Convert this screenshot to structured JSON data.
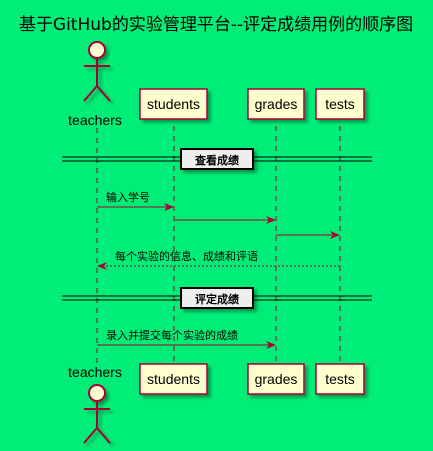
{
  "title": "基于GitHub的实验管理平台--评定成绩用例的顺序图",
  "actors": {
    "teachers_top": "teachers",
    "teachers_bottom": "teachers"
  },
  "participants": {
    "students": "students",
    "grades": "grades",
    "tests": "tests"
  },
  "dividers": {
    "view_grades": "查看成绩",
    "assess_grades": "评定成绩"
  },
  "messages": {
    "enter_student_id": "输入学号",
    "return_info": "每个实验的信息、成绩和评语",
    "submit_grades": "录入并提交每个实验的成绩"
  },
  "colors": {
    "background": "#00ee77",
    "participant_fill": "#fefece",
    "line": "#a80036"
  }
}
